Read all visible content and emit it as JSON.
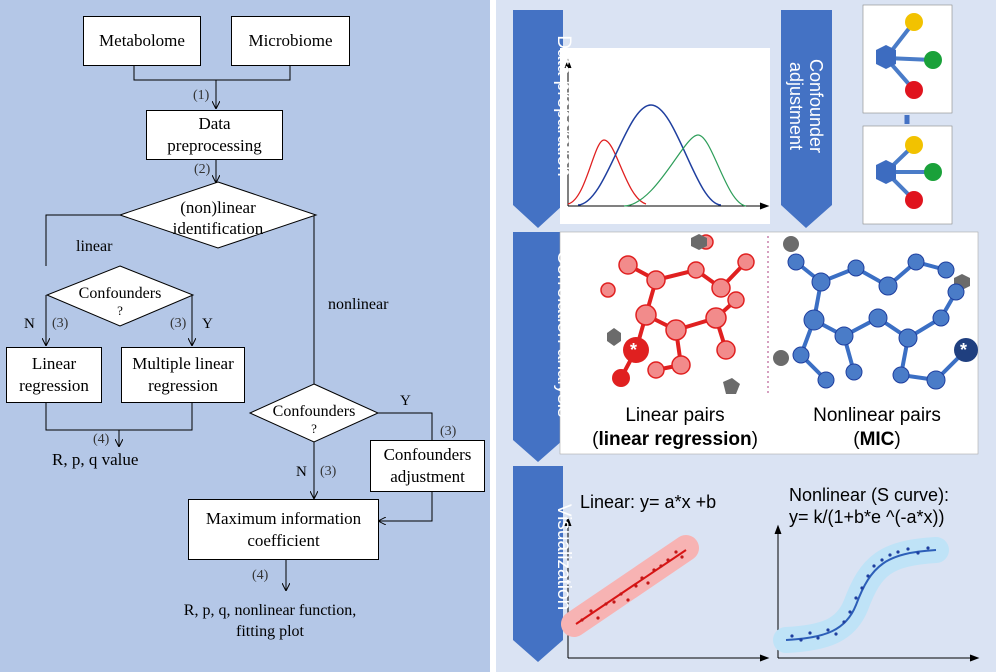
{
  "flowchart": {
    "metabolome": "Metabolome",
    "microbiome": "Microbiome",
    "step1": "(1)",
    "data_preprocessing": [
      "Data",
      "preprocessing"
    ],
    "step2": "(2)",
    "nonlinear_identification": [
      "(non)linear",
      "identification"
    ],
    "linear_label": "linear",
    "nonlinear_label": "nonlinear",
    "confounders_left": [
      "Confounders",
      "?"
    ],
    "confounders_right": [
      "Confounders",
      "?"
    ],
    "n_label": "N",
    "y_label": "Y",
    "step3": "(3)",
    "linear_regression": [
      "Linear",
      "regression"
    ],
    "multiple_linear_regression": [
      "Multiple linear",
      "regression"
    ],
    "step4": "(4)",
    "rpq_value": "R, p, q value",
    "confounders_adjustment": [
      "Confounders",
      "adjustment"
    ],
    "mic": [
      "Maximum information",
      "coefficient"
    ],
    "final_output": [
      "R, p, q, nonlinear function,",
      "fitting plot"
    ]
  },
  "pipeline": {
    "data_preparation": "Data preparation",
    "confounder_adjustment": [
      "Confounder",
      "adjustment"
    ],
    "correlation_analysis": "Correlation analysis",
    "visualization": "Visualization",
    "linear_pairs": "Linear pairs",
    "linear_pairs_method": "linear regression",
    "nonlinear_pairs": "Nonlinear pairs",
    "nonlinear_pairs_method": "MIC",
    "linear_eq": "Linear: y= a*x +b",
    "nonlinear_eq_title": "Nonlinear (S curve):",
    "nonlinear_eq": "y= k/(1+b*e ^(-a*x))"
  },
  "colors": {
    "left_bg": "#b4c7e7",
    "right_bg": "#dae3f3",
    "banner": "#4472c4",
    "red": "#e02020",
    "blue": "#1f3f9f",
    "green": "#2e9e5a"
  }
}
